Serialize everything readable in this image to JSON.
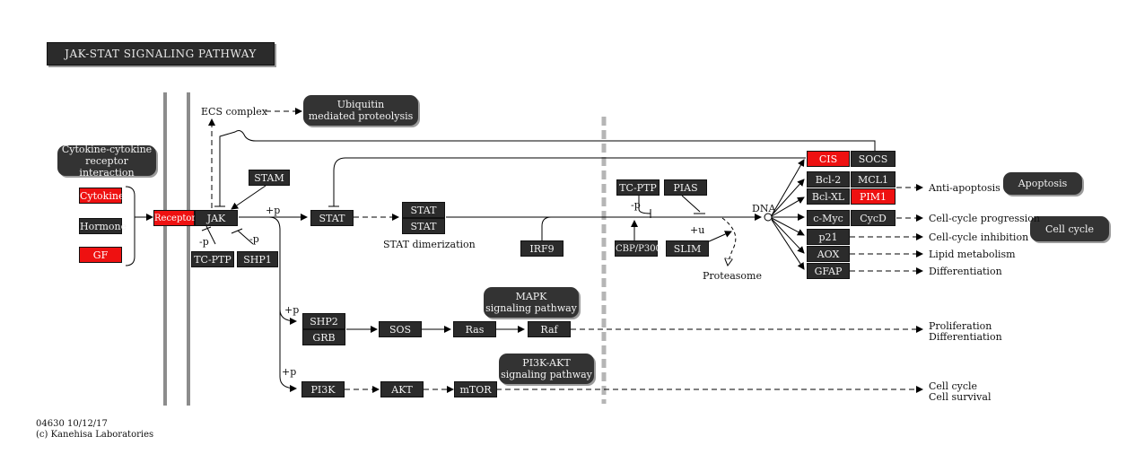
{
  "title": "JAK-STAT  SIGNALING  PATHWAY",
  "ligands": {
    "cytokine": "Cytokine",
    "hormone": "Hormone",
    "gf": "GF"
  },
  "genes": {
    "receptor": "Receptor",
    "jak": "JAK",
    "stam": "STAM",
    "tcptp_l": "TC-PTP",
    "shp1": "SHP1",
    "stat": "STAT",
    "stat_a": "STAT",
    "stat_b": "STAT",
    "irf9": "IRF9",
    "tcptp_r": "TC-PTP",
    "pias": "PIAS",
    "cbp": "CBP/P300",
    "slim": "SLIM",
    "cis": "CIS",
    "socs": "SOCS",
    "bcl2": "Bcl-2",
    "mcl1": "MCL1",
    "bclxl": "Bcl-XL",
    "pim1": "PIM1",
    "cmyc": "c-Myc",
    "cycd": "CycD",
    "p21": "p21",
    "aox": "AOX",
    "gfap": "GFAP",
    "shp2": "SHP2",
    "grb": "GRB",
    "sos": "SOS",
    "ras": "Ras",
    "raf": "Raf",
    "pi3k": "PI3K",
    "akt": "AKT",
    "mtor": "mTOR"
  },
  "maps": {
    "cytokine_receptor": "Cytokine-cytokine\nreceptor interaction",
    "ubiquitin": "Ubiquitin\nmediated proteolysis",
    "mapk": "MAPK\nsignaling pathway",
    "pi3k_akt": "PI3K-AKT\nsignaling pathway",
    "apoptosis": "Apoptosis",
    "cell_cycle": "Cell cycle"
  },
  "labels": {
    "ecs": "ECS complex",
    "plus_p1": "+p",
    "minus_p1": "-p",
    "minus_p2": "-p",
    "stat_dimer": "STAT dimerization",
    "minus_p3": "-p",
    "plus_u": "+u",
    "dna": "DNA",
    "proteasome": "Proteasome",
    "plus_p2": "+p",
    "plus_p3": "+p",
    "anti_apoptosis": "Anti-apoptosis",
    "ccp": "Cell-cycle progression",
    "cci": "Cell-cycle inhibition",
    "lipid": "Lipid metabolism",
    "diff": "Differentiation",
    "prolif1": "Proliferation",
    "prolif2": "Differentiation",
    "cc1": "Cell cycle",
    "cc2": "Cell survival",
    "footer1": "04630 10/12/17",
    "footer2": "(c) Kanehisa Laboratories"
  },
  "colors": {
    "node": "#2b2b2b",
    "highlight": "#ee1111",
    "membrane": "#8c8c8c"
  }
}
